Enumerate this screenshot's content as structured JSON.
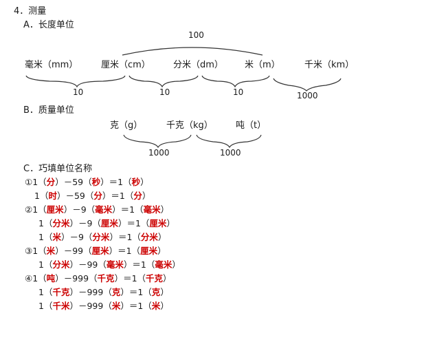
{
  "section_title": "4．测量",
  "length": {
    "heading": "A．长度单位",
    "units": [
      "毫米（mm）",
      "厘米（cm）",
      "分米（dm）",
      "米（m）",
      "千米（km）"
    ],
    "rates_below": [
      "10",
      "10",
      "10",
      "1000"
    ],
    "rate_above": "100"
  },
  "mass": {
    "heading": "B．质量单位",
    "units": [
      "克（g）",
      "千克（kg）",
      "吨（t）"
    ],
    "rates_below": [
      "1000",
      "1000"
    ]
  },
  "fill": {
    "heading": "C．巧填单位名称",
    "rows": [
      [
        "①1（",
        "分",
        "）－59（",
        "秒",
        "）＝1（",
        "秒",
        "）"
      ],
      [
        "1（",
        "时",
        "）－59（",
        "分",
        "）＝1（",
        "分",
        "）"
      ],
      [
        "②1（",
        "厘米",
        "）－9（",
        "毫米",
        "）＝1（",
        "毫米",
        "）"
      ],
      [
        "1（",
        "分米",
        "）－9（",
        "厘米",
        "）＝1（",
        "厘米",
        "）"
      ],
      [
        "1（",
        "米",
        "）－9（",
        "分米",
        "）＝1（",
        "分米",
        "）"
      ],
      [
        "③1（",
        "米",
        "）－99（",
        "厘米",
        "）＝1（",
        "厘米",
        "）"
      ],
      [
        "1（",
        "分米",
        "）－99（",
        "毫米",
        "）＝1（",
        "毫米",
        "）"
      ],
      [
        "④1（",
        "吨",
        "）－999（",
        "千克",
        "）＝1（",
        "千克",
        "）"
      ],
      [
        "1（",
        "千克",
        "）－999（",
        "克",
        "）＝1（",
        "克",
        "）"
      ],
      [
        "1（",
        "千米",
        "）－999（",
        "米",
        "）＝1（",
        "米",
        "）"
      ]
    ]
  }
}
